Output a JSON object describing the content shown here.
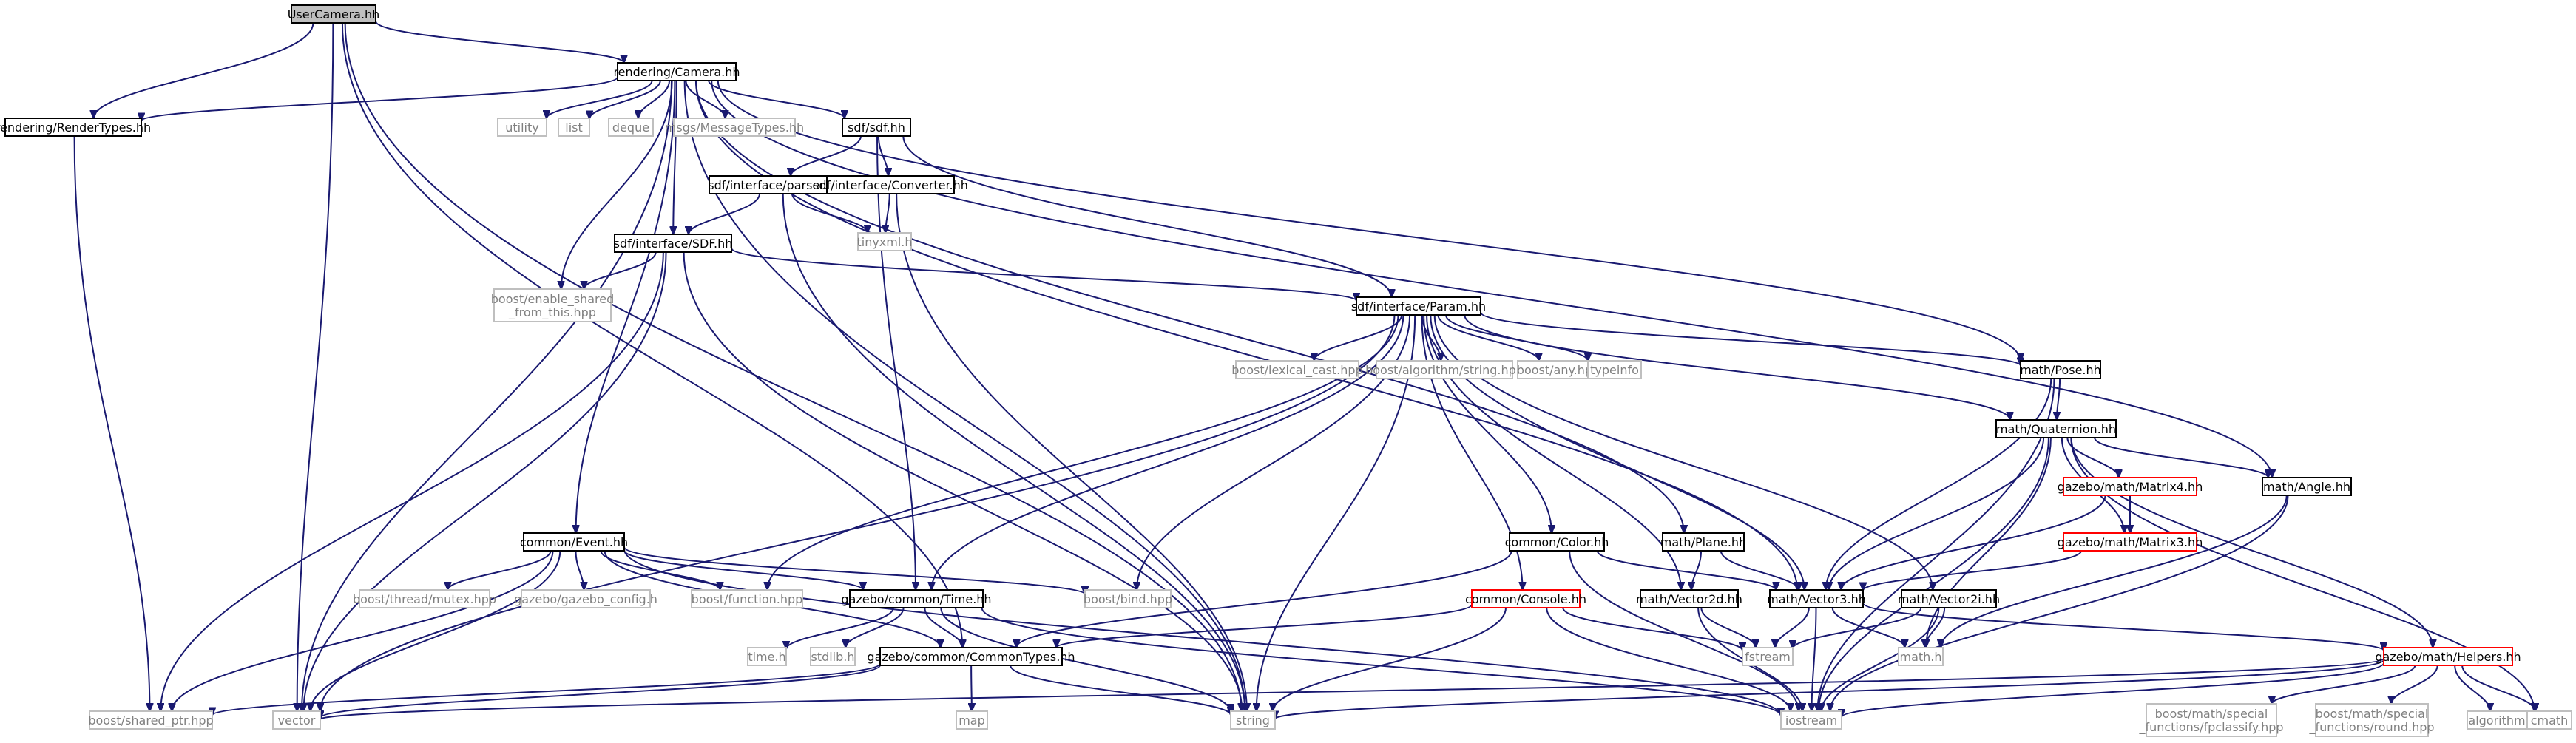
{
  "colors": {
    "edge": "#191970",
    "border_internal": "#000000",
    "border_external": "#bfbfbf",
    "border_truncated": "#ff0000",
    "root_fill": "#bfbfbf",
    "text_internal": "#000000",
    "text_external": "#808080"
  },
  "nodes": [
    {
      "id": "usercamera",
      "kind": "root",
      "lines": [
        "UserCamera.hh"
      ]
    },
    {
      "id": "camera",
      "kind": "internal",
      "lines": [
        "rendering/Camera.hh"
      ]
    },
    {
      "id": "rendertypes",
      "kind": "internal",
      "lines": [
        "rendering/RenderTypes.hh"
      ]
    },
    {
      "id": "utility",
      "kind": "external",
      "lines": [
        "utility"
      ]
    },
    {
      "id": "list",
      "kind": "external",
      "lines": [
        "list"
      ]
    },
    {
      "id": "deque",
      "kind": "external",
      "lines": [
        "deque"
      ]
    },
    {
      "id": "msgs",
      "kind": "external",
      "lines": [
        "msgs/MessageTypes.hh"
      ]
    },
    {
      "id": "sdf",
      "kind": "internal",
      "lines": [
        "sdf/sdf.hh"
      ]
    },
    {
      "id": "parser",
      "kind": "internal",
      "lines": [
        "sdf/interface/parser.hh"
      ]
    },
    {
      "id": "converter",
      "kind": "internal",
      "lines": [
        "sdf/interface/Converter.hh"
      ]
    },
    {
      "id": "tinyxml",
      "kind": "external",
      "lines": [
        "tinyxml.h"
      ]
    },
    {
      "id": "sdfhh",
      "kind": "internal",
      "lines": [
        "sdf/interface/SDF.hh"
      ]
    },
    {
      "id": "enable_shared",
      "kind": "external",
      "lines": [
        "boost/enable_shared",
        "_from_this.hpp"
      ]
    },
    {
      "id": "param",
      "kind": "internal",
      "lines": [
        "sdf/interface/Param.hh"
      ]
    },
    {
      "id": "lexical",
      "kind": "external",
      "lines": [
        "boost/lexical_cast.hpp"
      ]
    },
    {
      "id": "algstring",
      "kind": "external",
      "lines": [
        "boost/algorithm/string.hpp"
      ]
    },
    {
      "id": "anyhpp",
      "kind": "external",
      "lines": [
        "boost/any.hpp"
      ]
    },
    {
      "id": "typeinfo",
      "kind": "external",
      "lines": [
        "typeinfo"
      ]
    },
    {
      "id": "pose",
      "kind": "internal",
      "lines": [
        "math/Pose.hh"
      ]
    },
    {
      "id": "quaternion",
      "kind": "internal",
      "lines": [
        "math/Quaternion.hh"
      ]
    },
    {
      "id": "matrix4",
      "kind": "truncated",
      "lines": [
        "gazebo/math/Matrix4.hh"
      ]
    },
    {
      "id": "matrix3",
      "kind": "truncated",
      "lines": [
        "gazebo/math/Matrix3.hh"
      ]
    },
    {
      "id": "angle",
      "kind": "internal",
      "lines": [
        "math/Angle.hh"
      ]
    },
    {
      "id": "event",
      "kind": "internal",
      "lines": [
        "common/Event.hh"
      ]
    },
    {
      "id": "mutex",
      "kind": "external",
      "lines": [
        "boost/thread/mutex.hpp"
      ]
    },
    {
      "id": "gzconfig",
      "kind": "external",
      "lines": [
        "gazebo/gazebo_config.h"
      ]
    },
    {
      "id": "function",
      "kind": "external",
      "lines": [
        "boost/function.hpp"
      ]
    },
    {
      "id": "time",
      "kind": "internal",
      "lines": [
        "gazebo/common/Time.hh"
      ]
    },
    {
      "id": "bind",
      "kind": "external",
      "lines": [
        "boost/bind.hpp"
      ]
    },
    {
      "id": "color",
      "kind": "internal",
      "lines": [
        "common/Color.hh"
      ]
    },
    {
      "id": "plane",
      "kind": "internal",
      "lines": [
        "math/Plane.hh"
      ]
    },
    {
      "id": "console",
      "kind": "truncated",
      "lines": [
        "common/Console.hh"
      ]
    },
    {
      "id": "vector2d",
      "kind": "internal",
      "lines": [
        "math/Vector2d.hh"
      ]
    },
    {
      "id": "vector3",
      "kind": "internal",
      "lines": [
        "math/Vector3.hh"
      ]
    },
    {
      "id": "vector2i",
      "kind": "internal",
      "lines": [
        "math/Vector2i.hh"
      ]
    },
    {
      "id": "helpers",
      "kind": "truncated",
      "lines": [
        "gazebo/math/Helpers.hh"
      ]
    },
    {
      "id": "timeh",
      "kind": "external",
      "lines": [
        "time.h"
      ]
    },
    {
      "id": "stdlib",
      "kind": "external",
      "lines": [
        "stdlib.h"
      ]
    },
    {
      "id": "commontypes",
      "kind": "internal",
      "lines": [
        "gazebo/common/CommonTypes.hh"
      ]
    },
    {
      "id": "fstream",
      "kind": "external",
      "lines": [
        "fstream"
      ]
    },
    {
      "id": "mathh",
      "kind": "external",
      "lines": [
        "math.h"
      ]
    },
    {
      "id": "shared_ptr",
      "kind": "external",
      "lines": [
        "boost/shared_ptr.hpp"
      ]
    },
    {
      "id": "vector",
      "kind": "external",
      "lines": [
        "vector"
      ]
    },
    {
      "id": "map",
      "kind": "external",
      "lines": [
        "map"
      ]
    },
    {
      "id": "string",
      "kind": "external",
      "lines": [
        "string"
      ]
    },
    {
      "id": "iostream",
      "kind": "external",
      "lines": [
        "iostream"
      ]
    },
    {
      "id": "fpclassify",
      "kind": "external",
      "lines": [
        "boost/math/special",
        "_functions/fpclassify.hpp"
      ]
    },
    {
      "id": "round",
      "kind": "external",
      "lines": [
        "boost/math/special",
        "_functions/round.hpp"
      ]
    },
    {
      "id": "algorithm",
      "kind": "external",
      "lines": [
        "algorithm"
      ]
    },
    {
      "id": "cmath",
      "kind": "external",
      "lines": [
        "cmath"
      ]
    }
  ],
  "edges": [
    [
      "usercamera",
      "camera"
    ],
    [
      "usercamera",
      "rendertypes"
    ],
    [
      "usercamera",
      "vector"
    ],
    [
      "usercamera",
      "string"
    ],
    [
      "usercamera",
      "commontypes"
    ],
    [
      "camera",
      "rendertypes"
    ],
    [
      "camera",
      "utility"
    ],
    [
      "camera",
      "list"
    ],
    [
      "camera",
      "deque"
    ],
    [
      "camera",
      "msgs"
    ],
    [
      "camera",
      "sdf"
    ],
    [
      "camera",
      "enable_shared"
    ],
    [
      "camera",
      "sdfhh"
    ],
    [
      "camera",
      "event"
    ],
    [
      "camera",
      "vector"
    ],
    [
      "camera",
      "string"
    ],
    [
      "camera",
      "plane"
    ],
    [
      "camera",
      "pose"
    ],
    [
      "camera",
      "angle"
    ],
    [
      "camera",
      "vector3"
    ],
    [
      "rendertypes",
      "shared_ptr"
    ],
    [
      "sdf",
      "parser"
    ],
    [
      "sdf",
      "converter"
    ],
    [
      "sdf",
      "param"
    ],
    [
      "sdf",
      "time"
    ],
    [
      "parser",
      "sdfhh"
    ],
    [
      "parser",
      "tinyxml"
    ],
    [
      "parser",
      "string"
    ],
    [
      "converter",
      "tinyxml"
    ],
    [
      "converter",
      "string"
    ],
    [
      "sdfhh",
      "enable_shared"
    ],
    [
      "sdfhh",
      "param"
    ],
    [
      "sdfhh",
      "shared_ptr"
    ],
    [
      "sdfhh",
      "vector"
    ],
    [
      "sdfhh",
      "string"
    ],
    [
      "param",
      "lexical"
    ],
    [
      "param",
      "algstring"
    ],
    [
      "param",
      "anyhpp"
    ],
    [
      "param",
      "typeinfo"
    ],
    [
      "param",
      "pose"
    ],
    [
      "param",
      "quaternion"
    ],
    [
      "param",
      "function"
    ],
    [
      "param",
      "bind"
    ],
    [
      "param",
      "time"
    ],
    [
      "param",
      "color"
    ],
    [
      "param",
      "console"
    ],
    [
      "param",
      "vector2d"
    ],
    [
      "param",
      "vector3"
    ],
    [
      "param",
      "vector2i"
    ],
    [
      "param",
      "vector"
    ],
    [
      "param",
      "string"
    ],
    [
      "pose",
      "quaternion"
    ],
    [
      "pose",
      "vector3"
    ],
    [
      "pose",
      "iostream"
    ],
    [
      "quaternion",
      "matrix4"
    ],
    [
      "quaternion",
      "matrix3"
    ],
    [
      "quaternion",
      "angle"
    ],
    [
      "quaternion",
      "vector3"
    ],
    [
      "quaternion",
      "helpers"
    ],
    [
      "quaternion",
      "mathh"
    ],
    [
      "quaternion",
      "iostream"
    ],
    [
      "quaternion",
      "cmath"
    ],
    [
      "matrix4",
      "matrix3"
    ],
    [
      "matrix4",
      "vector3"
    ],
    [
      "matrix3",
      "vector3"
    ],
    [
      "angle",
      "mathh"
    ],
    [
      "angle",
      "iostream"
    ],
    [
      "event",
      "mutex"
    ],
    [
      "event",
      "gzconfig"
    ],
    [
      "event",
      "function"
    ],
    [
      "event",
      "time"
    ],
    [
      "event",
      "bind"
    ],
    [
      "event",
      "commontypes"
    ],
    [
      "event",
      "shared_ptr"
    ],
    [
      "event",
      "vector"
    ],
    [
      "event",
      "iostream"
    ],
    [
      "time",
      "timeh"
    ],
    [
      "time",
      "stdlib"
    ],
    [
      "time",
      "commontypes"
    ],
    [
      "time",
      "string"
    ],
    [
      "time",
      "iostream"
    ],
    [
      "color",
      "commontypes"
    ],
    [
      "color",
      "vector3"
    ],
    [
      "color",
      "iostream"
    ],
    [
      "plane",
      "vector2d"
    ],
    [
      "plane",
      "vector3"
    ],
    [
      "console",
      "commontypes"
    ],
    [
      "console",
      "fstream"
    ],
    [
      "console",
      "string"
    ],
    [
      "console",
      "iostream"
    ],
    [
      "vector2d",
      "fstream"
    ],
    [
      "vector2d",
      "iostream"
    ],
    [
      "vector3",
      "fstream"
    ],
    [
      "vector3",
      "mathh"
    ],
    [
      "vector3",
      "helpers"
    ],
    [
      "vector3",
      "iostream"
    ],
    [
      "vector2i",
      "fstream"
    ],
    [
      "vector2i",
      "mathh"
    ],
    [
      "vector2i",
      "iostream"
    ],
    [
      "commontypes",
      "map"
    ],
    [
      "commontypes",
      "shared_ptr"
    ],
    [
      "commontypes",
      "vector"
    ],
    [
      "commontypes",
      "string"
    ],
    [
      "helpers",
      "fpclassify"
    ],
    [
      "helpers",
      "round"
    ],
    [
      "helpers",
      "algorithm"
    ],
    [
      "helpers",
      "cmath"
    ],
    [
      "helpers",
      "iostream"
    ],
    [
      "helpers",
      "vector"
    ],
    [
      "helpers",
      "string"
    ]
  ]
}
